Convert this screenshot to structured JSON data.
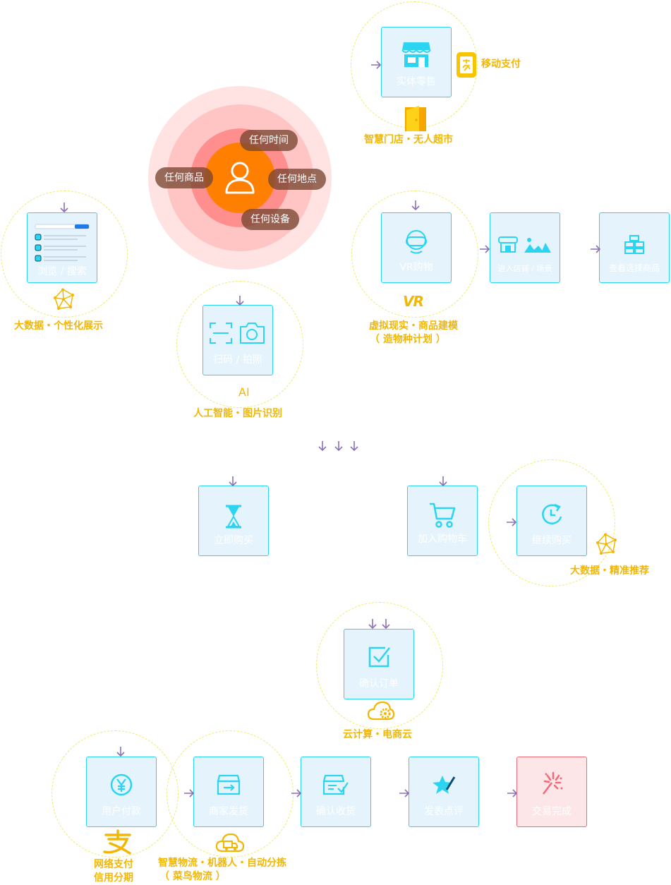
{
  "center": {
    "tags": [
      "任何时间",
      "任何商品",
      "任何地点",
      "任何设备"
    ]
  },
  "nodes": {
    "retail": "实体零售",
    "browse": "浏览 / 搜索",
    "scan": "扫码 / 拍照",
    "vr": "VR购物",
    "enter_store": "进入店铺 / 场景",
    "view_goods": "查看选择商品",
    "buy_now": "立即购买",
    "add_cart": "加入购物车",
    "continue_buy": "继续购买",
    "confirm_order": "确认订单",
    "pay": "用户付款",
    "ship": "商家发货",
    "receive": "确认收货",
    "review": "发表点评",
    "done": "交易完成"
  },
  "captions": {
    "mobile_pay": "移动支付",
    "smart_store": "智慧门店・无人超市",
    "bigdata_personal": "大数据・个性化展示",
    "vr_mark": "VR",
    "vr_line1": "虚拟现实・商品建模",
    "vr_line2": "（ 造物种计划 ）",
    "ai_mark": "AI",
    "ai_caption": "人工智能・图片识别",
    "bigdata_precise": "大数据・精准推荐",
    "cloud": "云计算・电商云",
    "pay_line1": "网络支付",
    "pay_line2": "信用分期",
    "logistics_line1": "智慧物流・机器人・自动分拣",
    "logistics_line2": "（ 菜鸟物流 ）"
  },
  "colors": {
    "accent_cyan": "#2bd5f2",
    "caption_yellow": "#f2b705",
    "arrow_purple": "#8c6fb8",
    "center_orange": "#ff7f00",
    "done_red": "#f26a78"
  }
}
